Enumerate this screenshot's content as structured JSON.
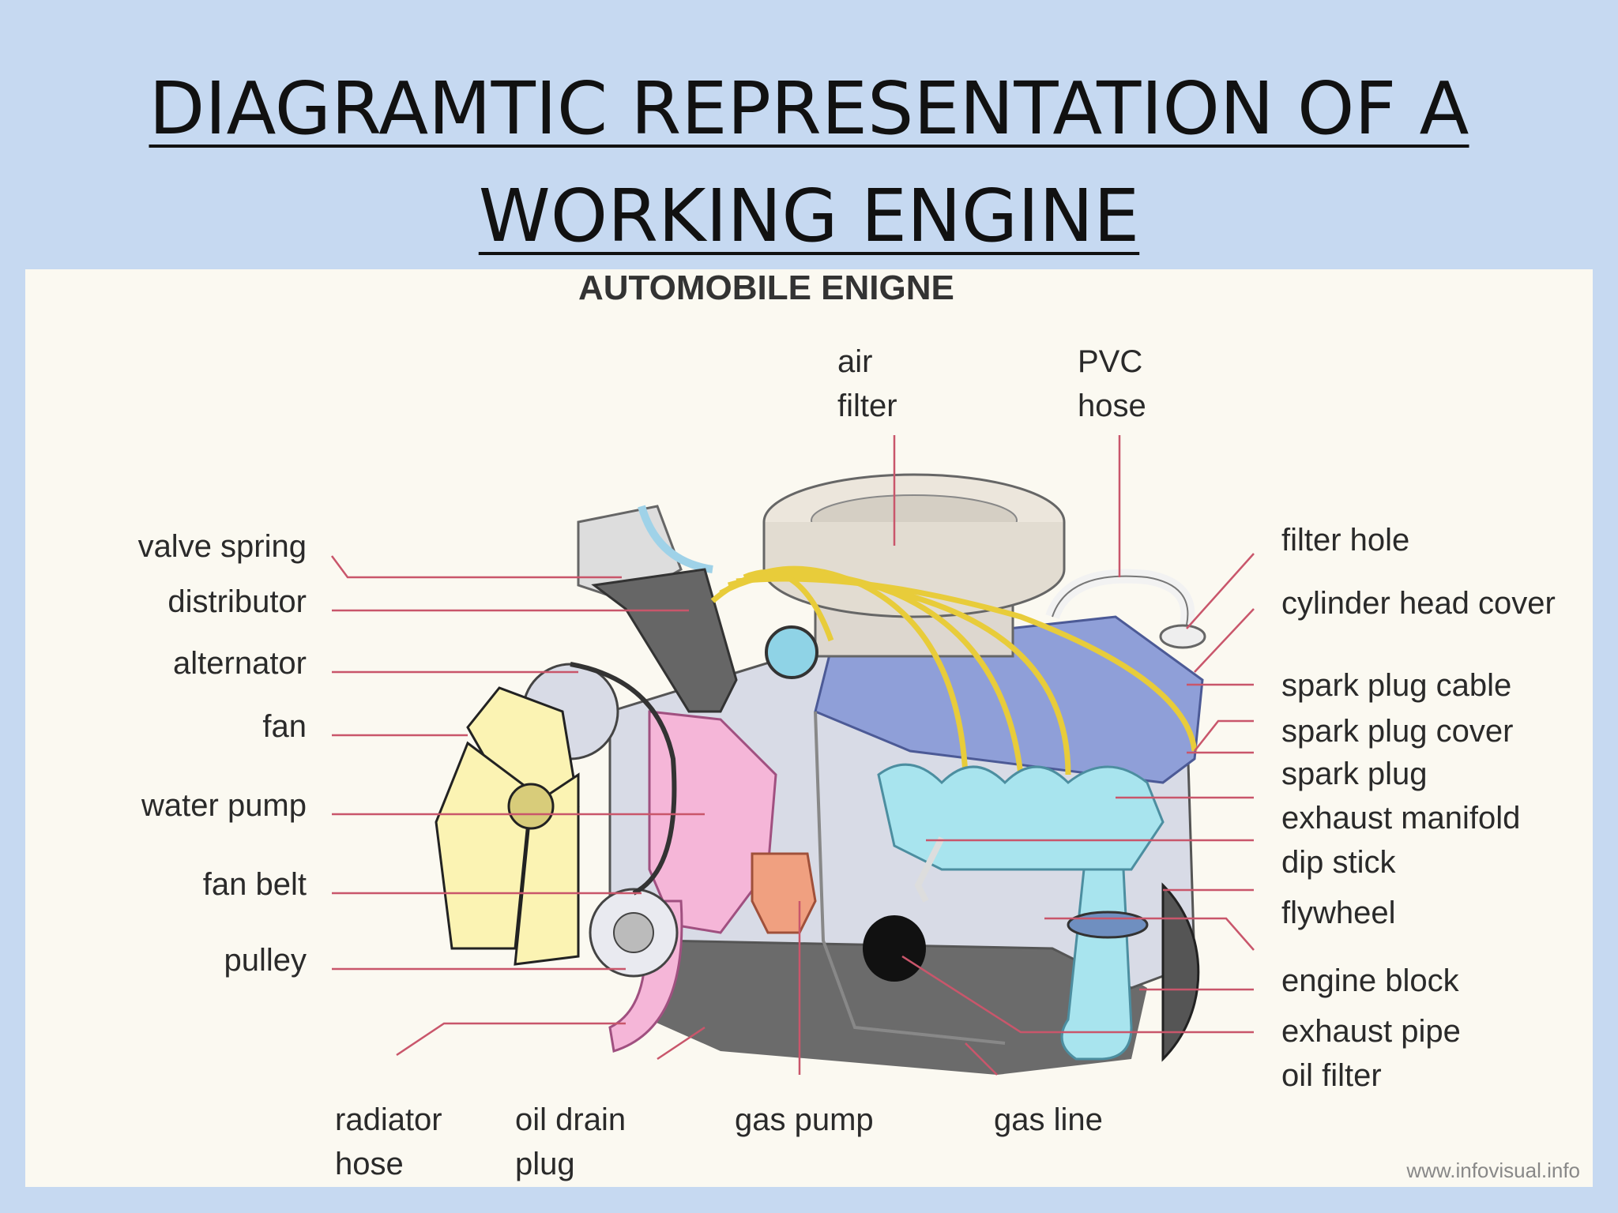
{
  "slide": {
    "title_line1": "DIAGRAMTIC REPRESENTATION OF A",
    "title_line2": "WORKING ENGINE"
  },
  "diagram": {
    "heading": "AUTOMOBILE ENIGNE",
    "watermark": "www.infovisual.info",
    "colors": {
      "background": "#c6d9f1",
      "panel": "#fbf9f1",
      "leader_lines": "#c9566b",
      "engine_block": "#d8dbe6",
      "cylinder_head": "#8f9fd8",
      "manifold": "#a8e4ee",
      "water_pump": "#f5b6d8",
      "fan": "#fbf3b3",
      "cables": "#e8cc3a",
      "oil_pan": "#6b6b6b"
    },
    "labels": {
      "valve_spring": "valve spring",
      "distributor": "distributor",
      "alternator": "alternator",
      "fan": "fan",
      "water_pump": "water pump",
      "fan_belt": "fan belt",
      "pulley": "pulley",
      "radiator_hose_1": "radiator",
      "radiator_hose_2": "hose",
      "oil_drain_plug_1": "oil drain",
      "oil_drain_plug_2": "plug",
      "gas_pump": "gas pump",
      "gas_line": "gas line",
      "air_filter_1": "air",
      "air_filter_2": "filter",
      "pvc_hose_1": "PVC",
      "pvc_hose_2": "hose",
      "filter_hole": "filter hole",
      "cylinder_head_cover": "cylinder head cover",
      "spark_plug_cable": "spark plug cable",
      "spark_plug_cover": "spark plug cover",
      "spark_plug": "spark plug",
      "exhaust_manifold": "exhaust manifold",
      "dip_stick": "dip stick",
      "flywheel": "flywheel",
      "engine_block": "engine block",
      "exhaust_pipe": "exhaust pipe",
      "oil_filter": "oil filter"
    }
  }
}
